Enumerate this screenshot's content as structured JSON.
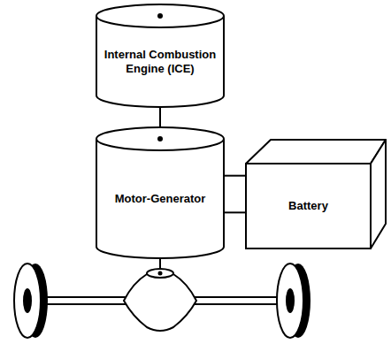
{
  "diagram": {
    "nodes": [
      {
        "text": [
          "Internal Combustion Engine (ICE)"
        ]
      },
      {
        "text": [
          "Motor-Generator"
        ]
      },
      {
        "text": [
          "Battery"
        ]
      }
    ],
    "edges": [
      {
        "from": 0,
        "to": 1,
        "arrow": "none"
      },
      {
        "from": 1,
        "to": 2,
        "arrow": "none"
      },
      {
        "from": 1,
        "to": 2,
        "arrow": "none"
      }
    ]
  }
}
